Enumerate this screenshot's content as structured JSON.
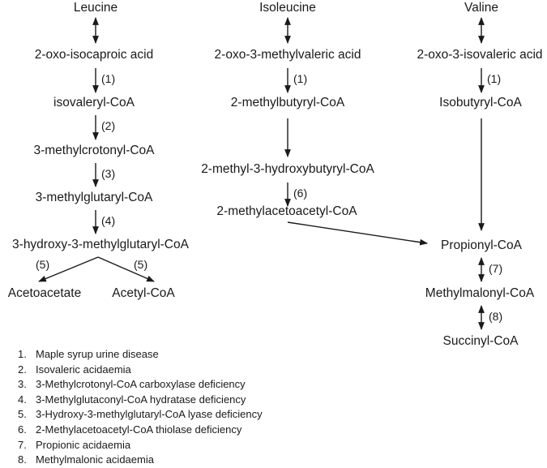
{
  "nodes": {
    "leucine": "Leucine",
    "isoleucine": "Isoleucine",
    "valine": "Valine",
    "oxo_isocaproic": "2-oxo-isocaproic acid",
    "oxo_methylvaleric": "2-oxo-3-methylvaleric acid",
    "oxo_isovaleric": "2-oxo-3-isovaleric acid",
    "isovaleryl_coa": "isovaleryl-CoA",
    "methylbutyryl_coa": "2-methylbutyryl-CoA",
    "isobutyryl_coa": "Isobutyryl-CoA",
    "methylcrotonyl_coa": "3-methylcrotonyl-CoA",
    "methyl_hydroxybutyryl_coa": "2-methyl-3-hydroxybutyryl-CoA",
    "methylglutaryl_coa": "3-methylglutaryl-CoA",
    "methylacetoacetyl_coa": "2-methylacetoacetyl-CoA",
    "hmg_coa": "3-hydroxy-3-methylglutaryl-CoA",
    "propionyl_coa": "Propionyl-CoA",
    "acetoacetate": "Acetoacetate",
    "acetyl_coa": "Acetyl-CoA",
    "methylmalonyl_coa": "Methylmalonyl-CoA",
    "succinyl_coa": "Succinyl-CoA"
  },
  "steps": {
    "s1": "(1)",
    "s2": "(2)",
    "s3": "(3)",
    "s4": "(4)",
    "s5": "(5)",
    "s6": "(6)",
    "s7": "(7)",
    "s8": "(8)"
  },
  "legend": [
    {
      "num": "1.",
      "text": "Maple syrup urine disease"
    },
    {
      "num": "2.",
      "text": "Isovaleric acidaemia"
    },
    {
      "num": "3.",
      "text": "3-Methylcrotonyl-CoA carboxylase deficiency"
    },
    {
      "num": "4.",
      "text": "3-Methylglutaconyl-CoA hydratase deficiency"
    },
    {
      "num": "5.",
      "text": "3-Hydroxy-3-methylglutaryl-CoA lyase deficiency"
    },
    {
      "num": "6.",
      "text": "2-Methylacetoacetyl-CoA thiolase deficiency"
    },
    {
      "num": "7.",
      "text": "Propionic acidaemia"
    },
    {
      "num": "8.",
      "text": "Methylmalonic acidaemia"
    }
  ]
}
